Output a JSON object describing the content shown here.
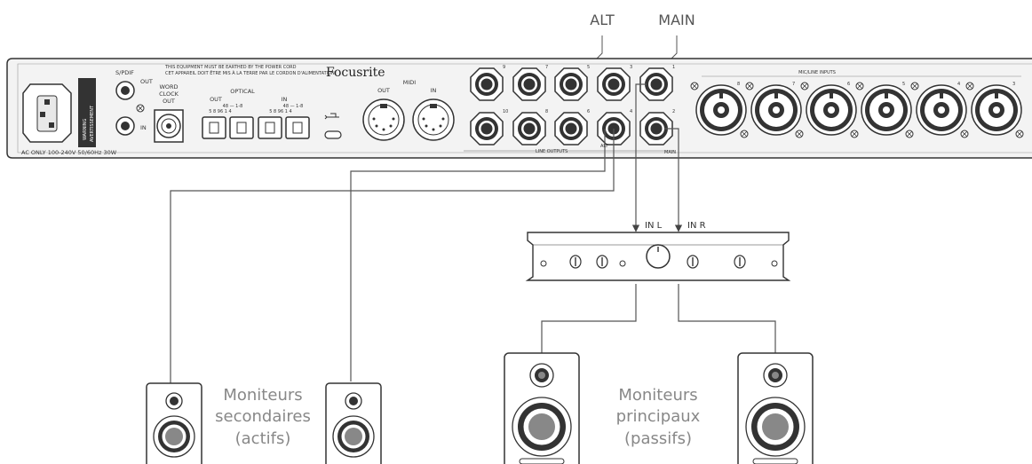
{
  "labels": {
    "alt": "ALT",
    "main": "MAIN",
    "in_l": "IN L",
    "in_r": "IN R"
  },
  "device": {
    "brand": "Focusrite",
    "warning": "WARNING",
    "warning_fr": "AVERTISSEMENT",
    "power": "AC ONLY 100-240V  50/60Hz 30W",
    "notice_en": "THIS EQUIPMENT MUST BE EARTHED BY THE POWER CORD",
    "notice_fr": "CET APPAREIL DOIT ÊTRE MIS À LA TERRE PAR LE CORDON D'ALIMENTATION",
    "spdif": "S/PDIF",
    "spdif_out": "OUT",
    "spdif_in": "IN",
    "word_clock": [
      "WORD",
      "CLOCK",
      "OUT"
    ],
    "optical": "OPTICAL",
    "optical_out": "OUT",
    "optical_in": "IN",
    "optical_sub_out": [
      "48 — 1-8",
      "5 8   96   1 4"
    ],
    "optical_sub_in": [
      "48 — 1-8",
      "5 8   96   1 4"
    ],
    "midi": "MIDI",
    "midi_out": "OUT",
    "midi_in": "IN",
    "line_outputs": "LINE OUTPUTS",
    "alt_small": "ALT",
    "main_small": "MAIN",
    "mic_line": "MIC/LINE INPUTS",
    "jack_numbers_top": [
      "9",
      "7",
      "5",
      "3",
      "1"
    ],
    "jack_numbers_bottom": [
      "10",
      "8",
      "6",
      "4",
      "2"
    ],
    "xlr_numbers": [
      "8",
      "7",
      "6",
      "5",
      "4",
      "3"
    ]
  },
  "monitors": {
    "secondary": [
      "Moniteurs",
      "secondaires",
      "(actifs)"
    ],
    "main": [
      "Moniteurs",
      "principaux",
      "(passifs)"
    ]
  },
  "colors": {
    "panel": "#f2f2f2",
    "outline": "#333333",
    "cable": "#555555",
    "label": "#888888"
  }
}
